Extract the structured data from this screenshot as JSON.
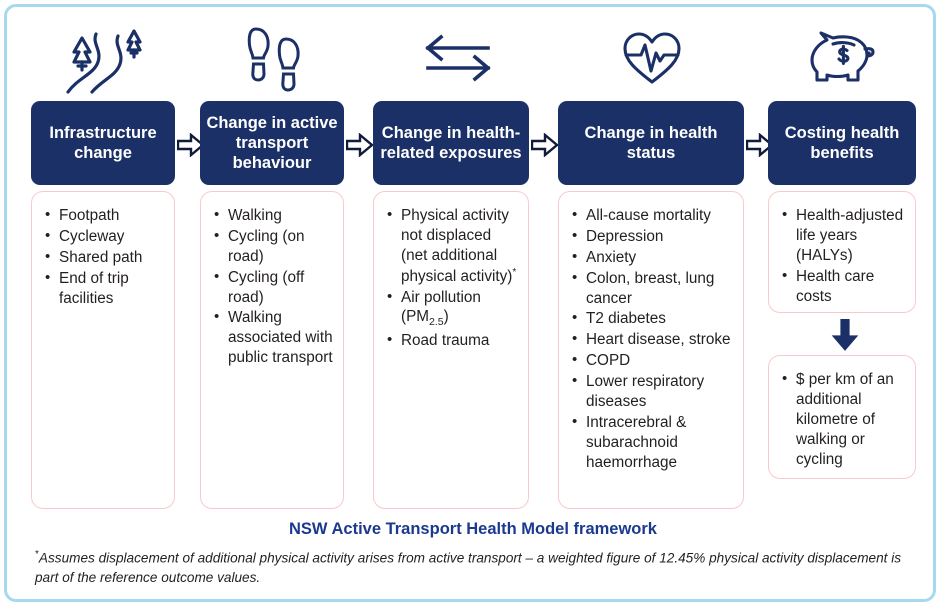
{
  "theme": {
    "frame_border": "#a6d9ef",
    "header_box": "#1b3066",
    "list_border": "#f9c9cd",
    "caption_color": "#1b3a8f",
    "icon_color": "#1b3066"
  },
  "icons": [
    {
      "name": "road-with-trees-icon"
    },
    {
      "name": "footprints-icon"
    },
    {
      "name": "two-way-arrows-icon"
    },
    {
      "name": "heart-pulse-icon"
    },
    {
      "name": "piggy-bank-dollar-icon"
    }
  ],
  "columns": [
    {
      "header": "Infrastructure change",
      "items": [
        "Footpath",
        "Cycleway",
        "Shared path",
        "End of trip facilities"
      ]
    },
    {
      "header": "Change in active transport behaviour",
      "items": [
        "Walking",
        "Cycling (on road)",
        "Cycling (off road)",
        "Walking associated with public transport"
      ]
    },
    {
      "header": "Change in health-related exposures",
      "items": [
        "Physical activity not displaced (net additional physical activity)*",
        "Air pollution (PM2.5)",
        "Road trauma"
      ]
    },
    {
      "header": "Change in health status",
      "items": [
        "All-cause mortality",
        "Depression",
        "Anxiety",
        "Colon, breast, lung cancer",
        "T2 diabetes",
        "Heart disease, stroke",
        "COPD",
        "Lower respiratory diseases",
        "Intracerebral & subarachnoid haemorrhage"
      ]
    },
    {
      "header": "Costing health benefits",
      "items": [
        "Health-adjusted life years (HALYs)",
        "Health care costs"
      ],
      "items_secondary": [
        "$ per km of an additional kilometre of walking or cycling"
      ]
    }
  ],
  "caption": "NSW Active Transport Health Model framework",
  "footnote": {
    "marker": "*",
    "text": "Assumes displacement of additional physical activity arises from active transport – a weighted figure of 12.45% physical activity displacement is part of the reference outcome values."
  }
}
